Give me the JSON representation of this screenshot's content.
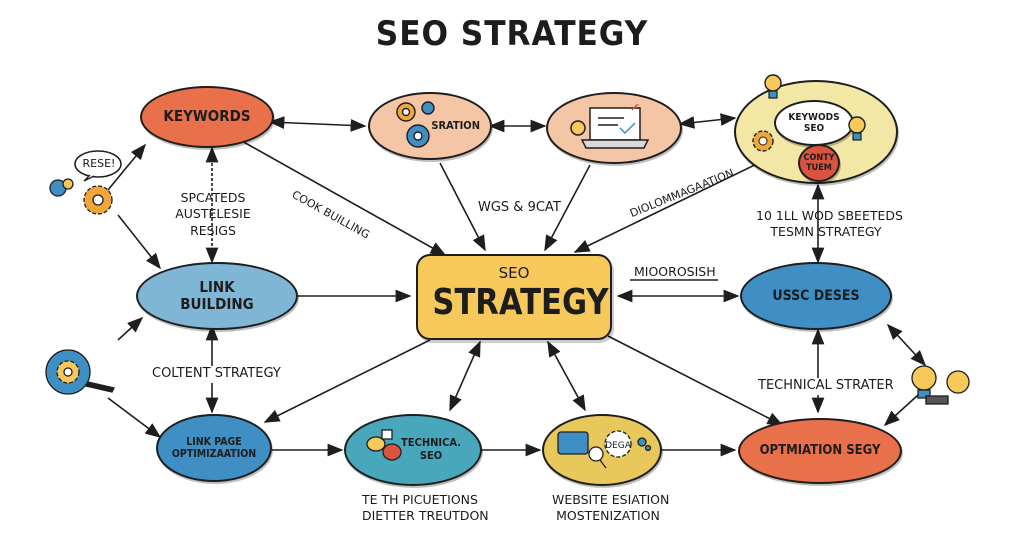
{
  "title": "SEO  STRATEGY",
  "center": {
    "small": "SEO",
    "big": "STRATEGY"
  },
  "nodes": {
    "keywords": "KEYWORDS",
    "sration": "SRATION",
    "keyword_seo_line1": "KEYWODS",
    "keyword_seo_line2": "SEO",
    "conty_line1": "CONTY",
    "conty_line2": "TUEM",
    "link_line1": "LINK",
    "link_line2": "BUILDING",
    "ussc": "USSC DESES",
    "link_page_line1": "LINK PAGE",
    "link_page_line2": "OPTIMIZAATION",
    "technical_line1": "TECHNICA.",
    "technical_line2": "SEO",
    "optimation": "OPTMIATION SEGY"
  },
  "labels": {
    "rese": "RESE!",
    "spcateds_1": "SPCATEDS",
    "spcateds_2": "AUSTELESIE",
    "spcateds_3": "RESIGS",
    "cook_building": "COOK BUILLING",
    "wgs": "WGS & 9CAT",
    "diolom": "DIOLOMMAGAATION",
    "toll_1": "10 1LL WOD SBEETEDS",
    "toll_2": "TESMN STRATEGY",
    "miooro": "MIOOROSISH",
    "content_strategy": "COLTENT  STRATEGY",
    "technical_strater": "TECHNICAL STRATER",
    "pic_1": "TE TH PICUETIONS",
    "pic_2": "DIETTER TREUTDON",
    "web_1": "WEBSITE ESIATION",
    "web_2": "MOSTENIZATION",
    "dega": "DEGA"
  },
  "colors": {
    "orange": "#e8704a",
    "peach": "#f5c6a5",
    "yellow_light": "#f3e7a6",
    "center_yellow": "#f6c95a",
    "blue_light": "#7fb6d6",
    "blue_mid": "#3f8fc4",
    "teal": "#49a7bb",
    "gold": "#e8c85a",
    "red": "#d9533e"
  }
}
